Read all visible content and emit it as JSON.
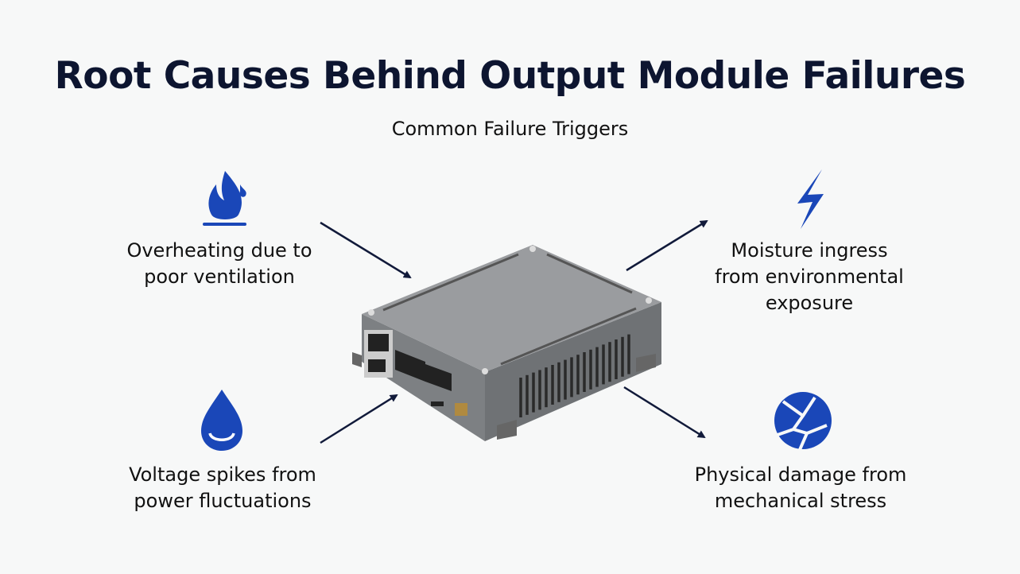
{
  "title": "Root Causes Behind Output Module Failures",
  "subtitle": "Common Failure Triggers",
  "causes": [
    {
      "icon": "flame-icon",
      "lines": [
        "Overheating due to",
        "poor ventilation"
      ]
    },
    {
      "icon": "lightning-bolt-icon",
      "lines": [
        "Moisture ingress",
        "from environmental",
        "exposure"
      ]
    },
    {
      "icon": "water-drop-icon",
      "lines": [
        "Voltage spikes from",
        "power fluctuations"
      ]
    },
    {
      "icon": "cracked-circle-icon",
      "lines": [
        "Physical damage from",
        "mechanical stress"
      ]
    }
  ],
  "colors": {
    "icon": "#1a47b8",
    "arrow": "#111a3a",
    "title": "#0d1530",
    "device": "#8a8c8f"
  }
}
